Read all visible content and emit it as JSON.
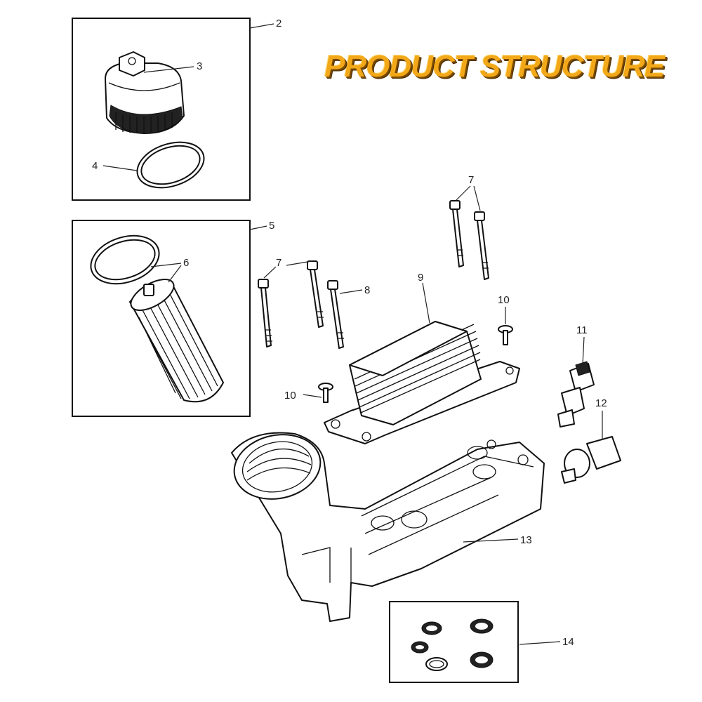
{
  "title": "PRODUCT STRUCTURE",
  "callouts": {
    "c2": "2",
    "c3": "3",
    "c4": "4",
    "c5": "5",
    "c6": "6",
    "c7a": "7",
    "c7b": "7",
    "c8": "8",
    "c9": "9",
    "c10a": "10",
    "c10b": "10",
    "c11": "11",
    "c12": "12",
    "c13": "13",
    "c14": "14"
  }
}
